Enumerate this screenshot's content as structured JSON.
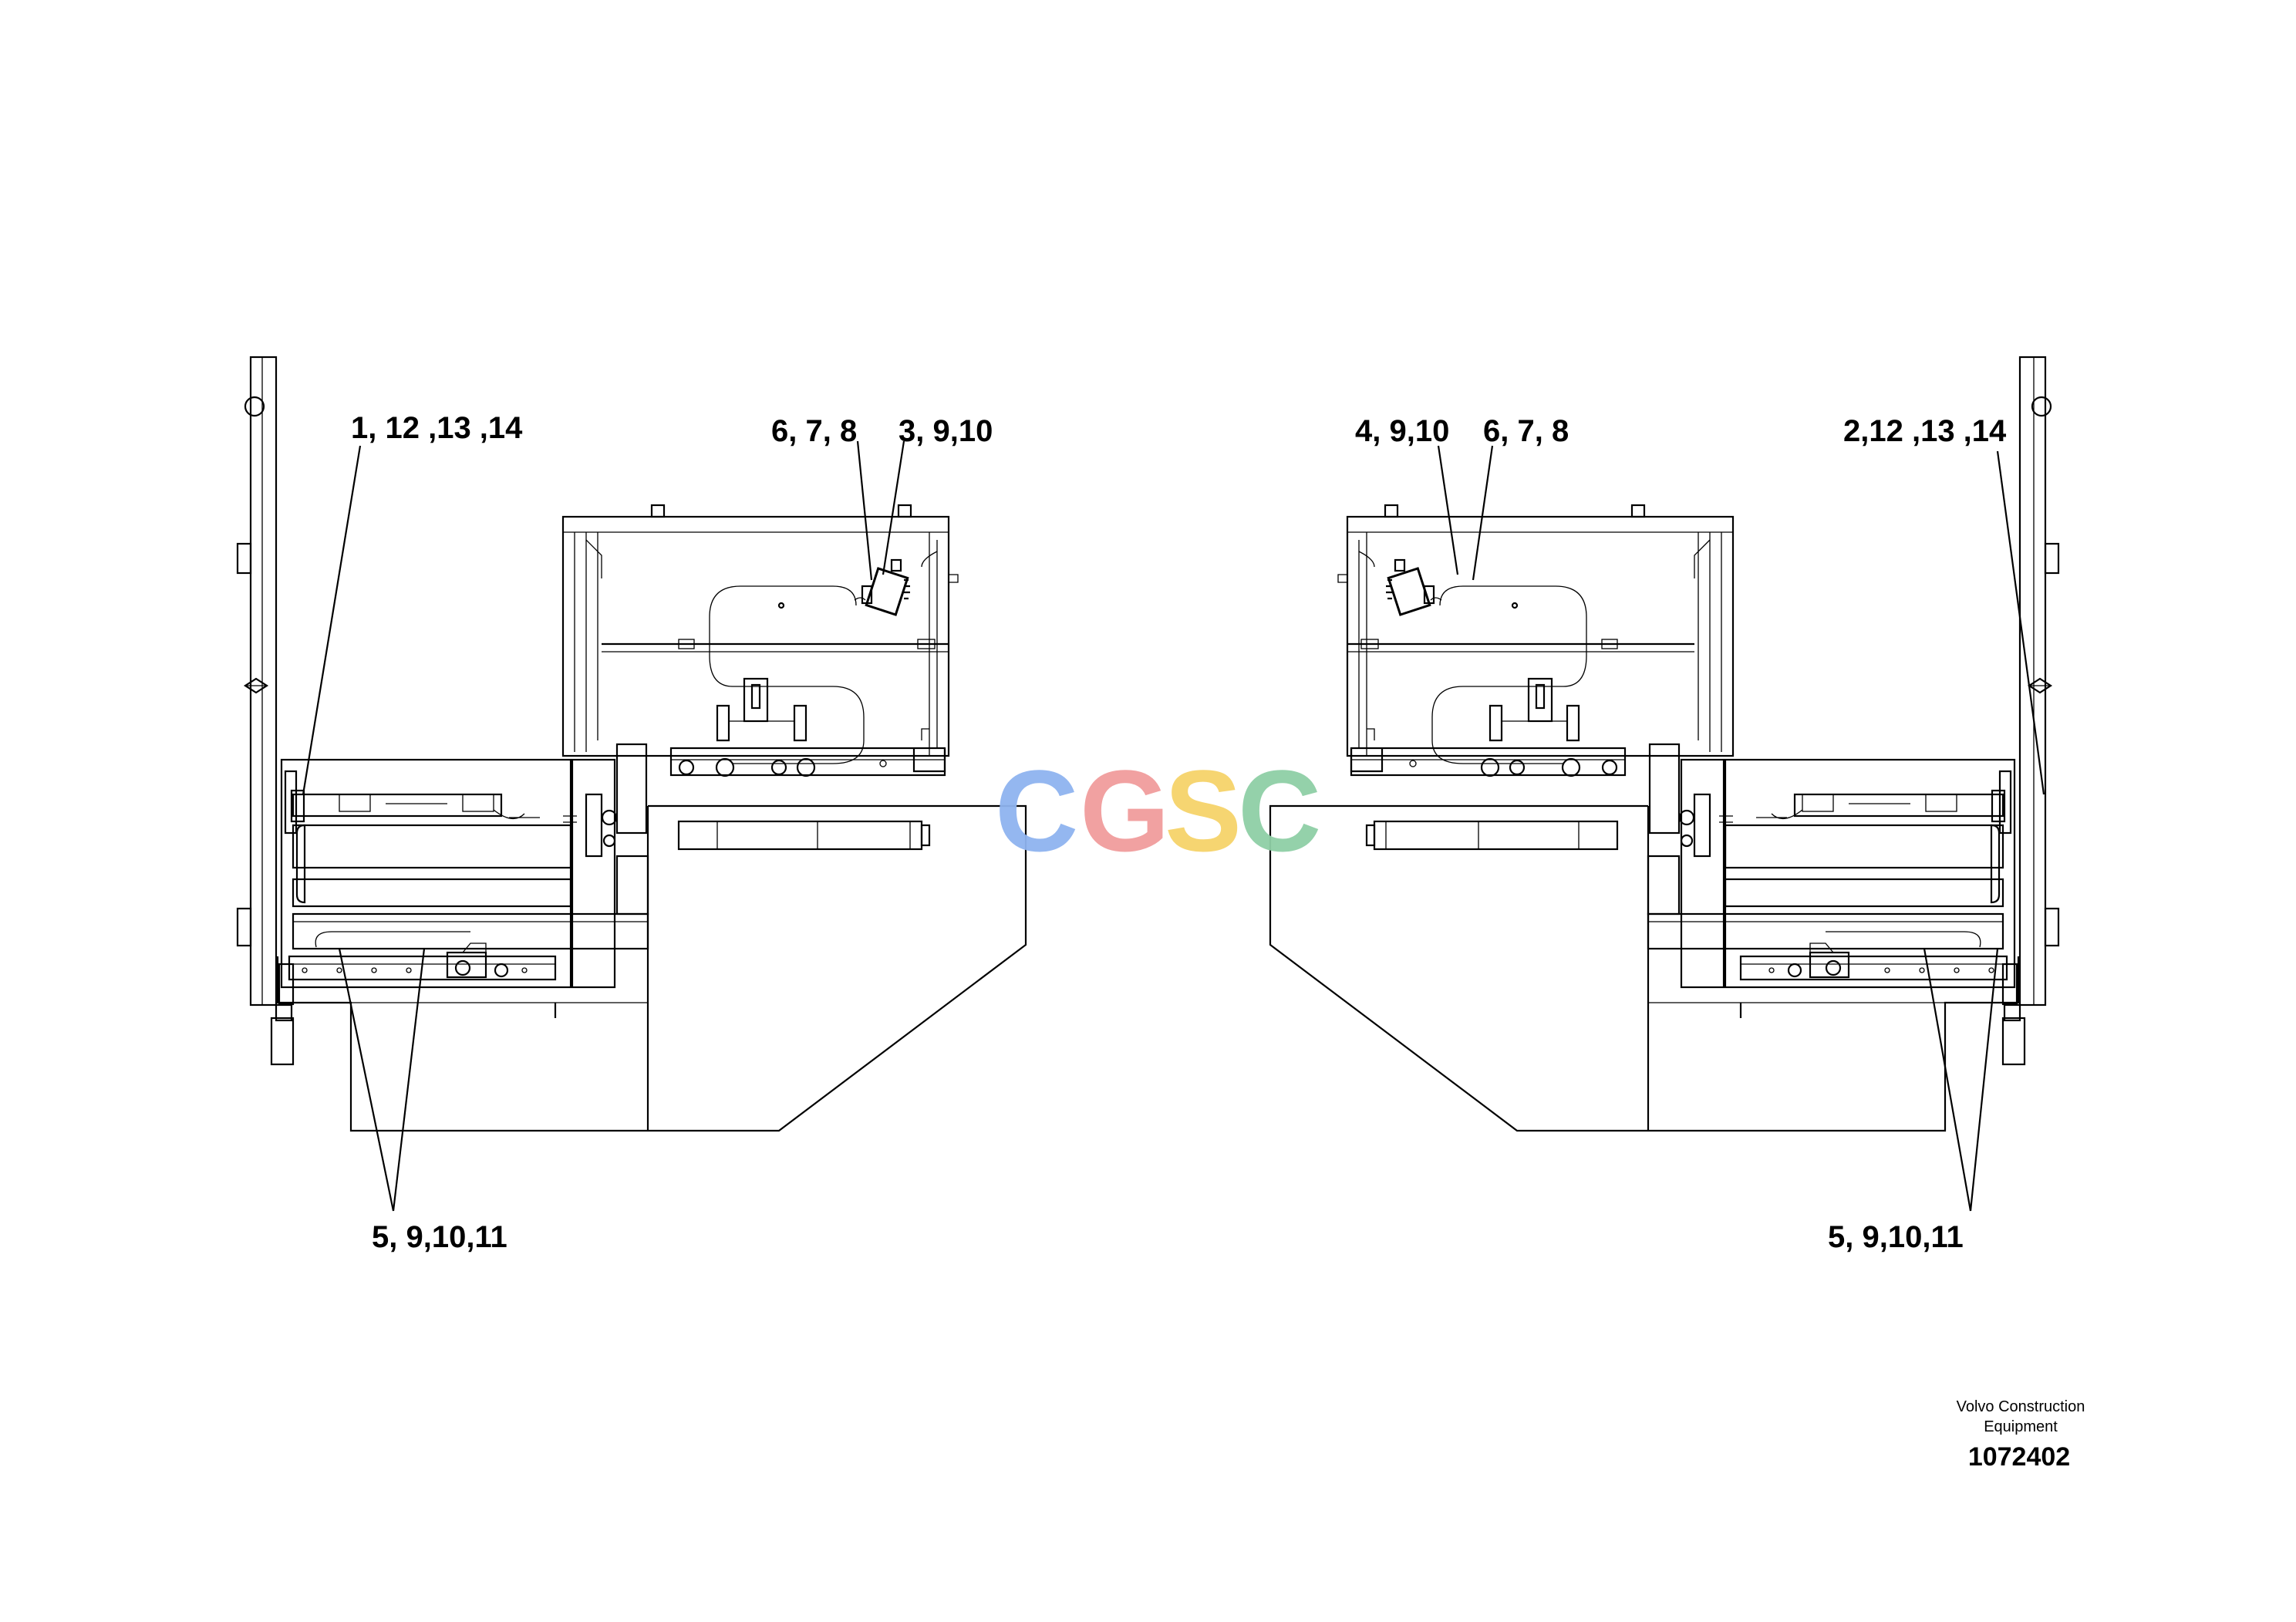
{
  "callouts": {
    "left_top_left": "1, 12 ,13 ,14",
    "left_top_mid": "6, 7, 8",
    "left_top_right": "3, 9,10",
    "left_bottom": "5, 9,10,11",
    "right_top_left": "4, 9,10",
    "right_top_mid": "6, 7, 8",
    "right_top_right": "2,12 ,13 ,14",
    "right_bottom": "5, 9,10,11"
  },
  "footer": {
    "company_line1": "Volvo Construction",
    "company_line2": "Equipment",
    "drawing_number": "1072402"
  },
  "watermark": {
    "letters": [
      "C",
      "G",
      "S",
      "C"
    ],
    "colors": [
      "#8fb4f0",
      "#f19c9c",
      "#f6d36a",
      "#8fcfa6"
    ]
  }
}
